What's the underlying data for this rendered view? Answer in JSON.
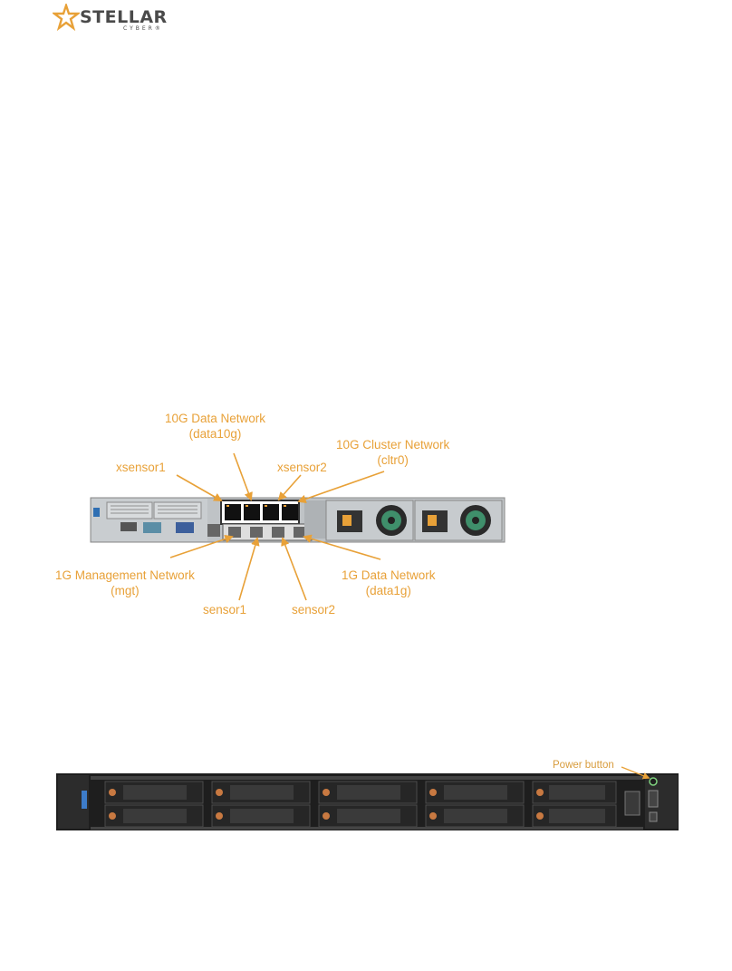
{
  "logo": {
    "text": "STELLAR",
    "sub": "CYBER®"
  },
  "rear_labels": {
    "data10g_line1": "10G Data Network",
    "data10g_line2": "(data10g)",
    "cluster_line1": "10G Cluster Network",
    "cluster_line2": "(cltr0)",
    "xsensor1": "xsensor1",
    "xsensor2": "xsensor2",
    "mgt_line1": "1G Management Network",
    "mgt_line2": "(mgt)",
    "data1g_line1": "1G Data Network",
    "data1g_line2": "(data1g)",
    "sensor1": "sensor1",
    "sensor2": "sensor2"
  },
  "front_labels": {
    "power_button": "Power button"
  },
  "colors": {
    "accent": "#e8a138",
    "chassis": "#2b2b2b"
  }
}
